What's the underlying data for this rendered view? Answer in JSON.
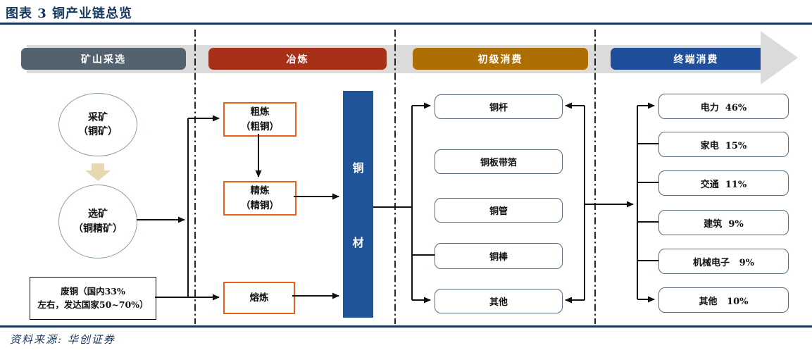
{
  "title": "图表 3 铜产业链总览",
  "source": "资料来源: 华创证券",
  "stages": {
    "mining": "矿山采选",
    "smelting": "冶炼",
    "primary_consumption": "初级消费",
    "terminal_consumption": "终端消费"
  },
  "mining": {
    "ore": {
      "line1": "采矿",
      "line2": "（铜矿）"
    },
    "concentrate": {
      "line1": "选矿",
      "line2": "（铜精矿）"
    },
    "scrap": {
      "line1": "废铜（国内33%",
      "line2": "左右，发达国家50~70%）"
    }
  },
  "smelting": {
    "crude": {
      "line1": "粗炼",
      "line2": "（粗铜）"
    },
    "refined": {
      "line1": "精炼",
      "line2": "（精铜）"
    },
    "melting": "熔炼",
    "copper_material": {
      "char1": "铜",
      "char2": "材"
    }
  },
  "primary": {
    "items": [
      "铜杆",
      "铜板带箔",
      "铜管",
      "铜棒",
      "其他"
    ]
  },
  "terminal": {
    "items": [
      "电力  46%",
      "家电  15%",
      "交通  11%",
      "建筑  9%",
      "机械电子   9%",
      "其他   10%"
    ]
  },
  "colors": {
    "navy": "#17375D",
    "stage_mining": "#546270",
    "stage_smelting": "#A73018",
    "stage_primary": "#AD6E04",
    "stage_terminal": "#1F4E9B",
    "copper_bar_blue": "#1F5499",
    "process_border_orange": "#E8611B",
    "band_gray": "#DBDBDB",
    "beige_arrow": "#E5D8B2"
  }
}
